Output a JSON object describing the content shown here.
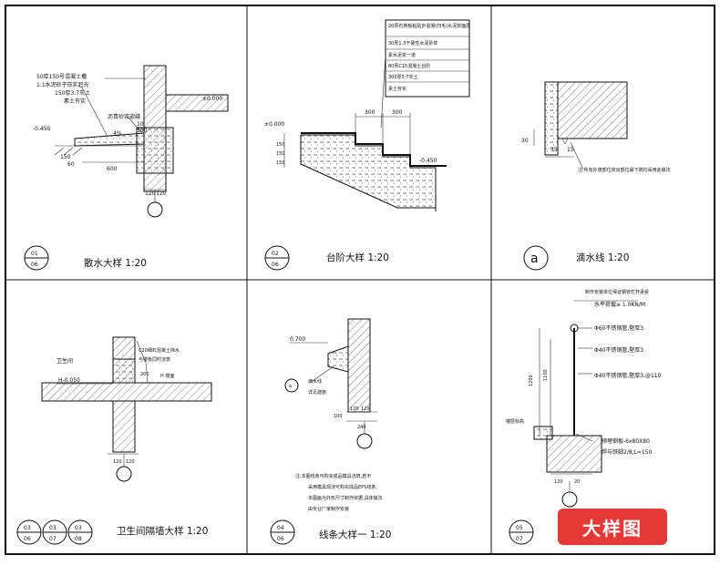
{
  "panels": {
    "p1": {
      "caption": "散水大样 1:20",
      "ref_num": "01",
      "ref_den": "06",
      "notes": [
        "50厚150号混凝土撒",
        "1:1水泥砂子压实赶光",
        "150厚3:7灰土",
        "素土夯实"
      ],
      "joint_note": "沥青砂浆嵌缝",
      "dims": [
        "-0.450",
        "±0.000",
        "600",
        "150",
        "60",
        "300",
        "4%",
        "10",
        "120",
        "120"
      ]
    },
    "p2": {
      "caption": "台阶大样 1:20",
      "ref_num": "02",
      "ref_den": "06",
      "layers": [
        "20厚石英板粘贴步混凝(扫毛)水泥浆面层",
        "30厚1:3干硬性水泥砂浆",
        "素水泥浆一道",
        "80厚C15混凝土台阶",
        "300厚3:7灰土",
        "素土夯实"
      ],
      "dims": [
        "300",
        "300",
        "±0.000",
        "-0.450",
        "150",
        "150",
        "150"
      ]
    },
    "p3": {
      "caption": "滴水线 1:20",
      "ref_letter": "a",
      "note": "注:所有外墙部位突出部位最下端均采用此做法",
      "dims": [
        "30",
        "35",
        "15"
      ]
    },
    "p4": {
      "caption": "卫生间隔墙大样 1:20",
      "refs": [
        [
          "03",
          "06"
        ],
        [
          "03",
          "07"
        ],
        [
          "03",
          "08"
        ]
      ],
      "room": "卫生间",
      "elev": "H-0.050",
      "note1": "C20细石混凝土挡水",
      "note2": "与楼板同时浇筑",
      "level_label": "H 楼面",
      "dims": [
        "200",
        "120",
        "120"
      ]
    },
    "p5": {
      "caption": "线条大样一 1:20",
      "ref_num": "04",
      "ref_den": "06",
      "elev": "0.700",
      "drip_note1": "滴水线",
      "drip_note2": "详见建施",
      "drip_ref": "a",
      "dims": [
        "120",
        "120",
        "240",
        "100"
      ],
      "notes": [
        "注:本图线条可购买成品模具浇筑,若不",
        "采用模具现浇可购买成品EPS线条,",
        "本图画为外形尺寸制作依据,具体做法",
        "由专业厂家制作安装"
      ]
    },
    "p6": {
      "caption": "",
      "ref_num": "05",
      "ref_den": "07",
      "header": "制作安装单位保证钢管栏杆承受",
      "load": "水平荷载≥ 1.0KN/M",
      "pipe1": "Φ60不锈钢管,壁厚3",
      "pipe2": "Φ40不锈钢管,壁厚3",
      "pipe3": "Φ40不锈钢管,壁厚3,@110",
      "plate1": "预埋钢板-6x80X80",
      "plate2": "焊与铁脚2/8,L=150",
      "floor_label": "楼层标高",
      "dims": [
        "1200",
        "1100",
        "120",
        "20"
      ]
    }
  },
  "badge": "大样图"
}
